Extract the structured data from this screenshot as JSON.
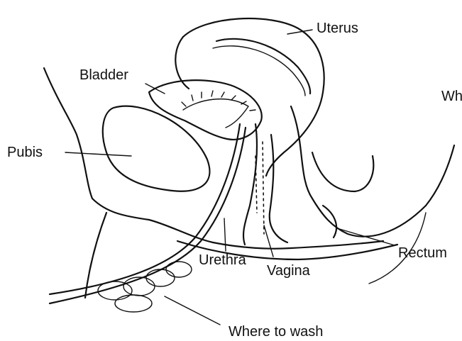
{
  "labels": {
    "uterus": "Uterus",
    "bladder": "Bladder",
    "pubis": "Pubis",
    "urethra": "Urethra",
    "vagina": "Vagina",
    "rectum": "Rectum",
    "where_to_wash": "Where to wash",
    "cut_off_text": "Wh"
  }
}
